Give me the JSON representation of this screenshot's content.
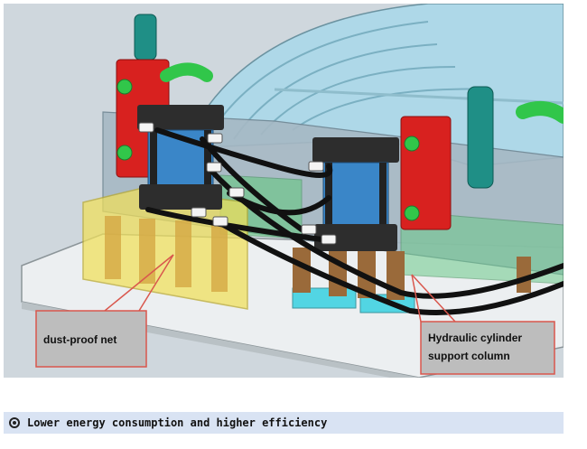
{
  "figure": {
    "callouts": {
      "dust_net": "dust-proof net",
      "cylinder_line1": "Hydraulic cylinder",
      "cylinder_line2": "support column"
    }
  },
  "caption": {
    "icon": "bullseye-icon",
    "text": "Lower energy consumption and higher efficiency"
  },
  "colors": {
    "background": "#cfd7dd",
    "callout_fill": "#bdbdbd",
    "callout_stroke": "#d9574d",
    "cylinder_blue": "#3a86c8",
    "valve_red": "#d8211f",
    "fitting_green": "#31c64a",
    "post_teal": "#1f8f86",
    "net_yellow": "#f1e05a",
    "caption_bar": "#d9e3f3"
  }
}
